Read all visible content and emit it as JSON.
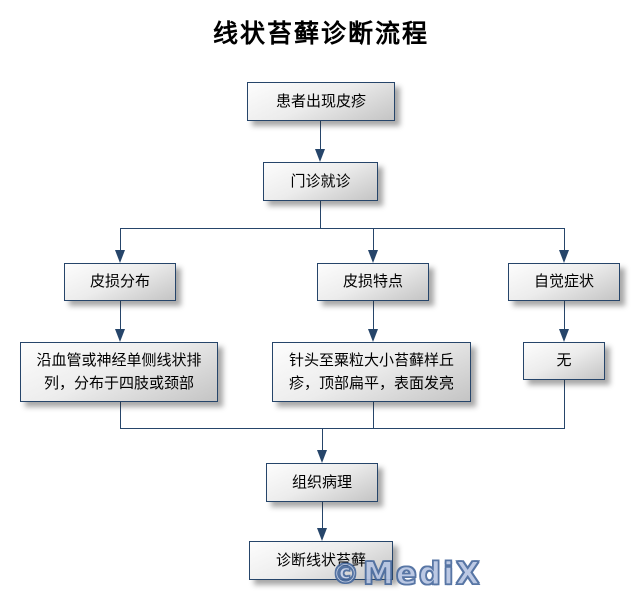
{
  "title": "线状苔藓诊断流程",
  "nodes": {
    "patient_rash": "患者出现皮疹",
    "outpatient_visit": "门诊就诊",
    "lesion_distribution": "皮损分布",
    "lesion_characteristics": "皮损特点",
    "subjective_symptoms": "自觉症状",
    "distribution_detail": "沿血管或神经单侧线状排\n列，分布于四肢或颈部",
    "characteristics_detail": "针头至粟粒大小苔藓样丘\n疹，顶部扁平，表面发亮",
    "symptoms_none": "无",
    "histopathology": "组织病理",
    "diagnosis": "诊断线状苔藓"
  },
  "watermark": {
    "copyright_symbol": "©",
    "brand": "MediX"
  },
  "colors": {
    "box_border": "#26456a",
    "connector": "#26456a",
    "watermark_fill": "#b5c4e2",
    "watermark_outline": "#46689c"
  }
}
